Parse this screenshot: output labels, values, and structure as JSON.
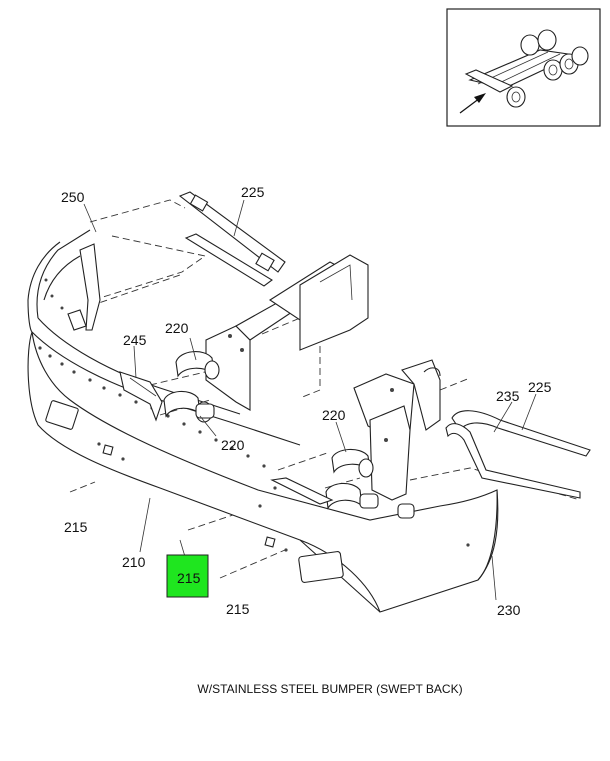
{
  "labels": {
    "l250": "250",
    "l225_top": "225",
    "l220_a": "220",
    "l245": "245",
    "l220_b": "220",
    "l220_c": "220",
    "l235": "235",
    "l225_right": "225",
    "l215_left": "215",
    "l210": "210",
    "l215_highlight": "215",
    "l215_bottom": "215",
    "l230": "230"
  },
  "caption": "W/STAINLESS STEEL BUMPER (SWEPT BACK)",
  "highlight_color": "#1fe61f",
  "icons": [
    "truck-locator-icon",
    "locator-arrow-icon"
  ]
}
